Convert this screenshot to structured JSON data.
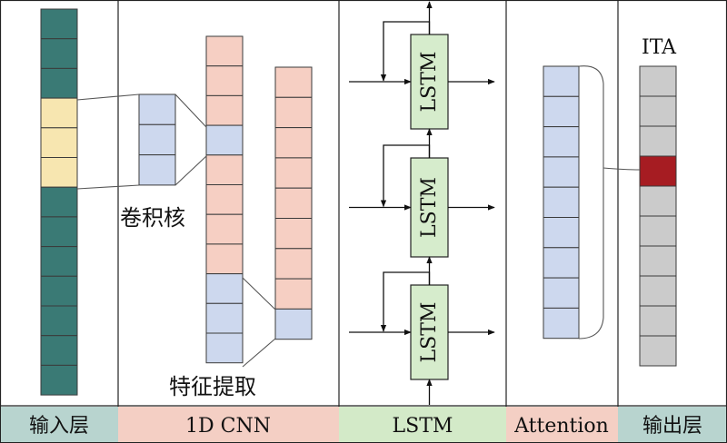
{
  "sections": [
    {
      "id": "input",
      "label": "输入层",
      "color": "#b8d4cf"
    },
    {
      "id": "cnn",
      "label": "1D CNN",
      "color": "#f4cfc4"
    },
    {
      "id": "lstm",
      "label": "LSTM",
      "color": "#d3eac8"
    },
    {
      "id": "attention",
      "label": "Attention",
      "color": "#f4cfc4"
    },
    {
      "id": "output",
      "label": "输出层",
      "color": "#b8d4cf"
    }
  ],
  "annotations": {
    "kernel": "卷积核",
    "features": "特征提取",
    "ita": "ITA"
  },
  "lstm_cell_label": "LSTM",
  "colors": {
    "input_cell": "#3a7a75",
    "input_highlight": "#f7e6b0",
    "cnn_cell": "#f6cfc3",
    "kernel_cell": "#cdd8ee",
    "attention_cell": "#cdd8ee",
    "lstm_cell": "#d6eccc",
    "output_cell": "#cbcbcb",
    "output_highlight": "#a61c22"
  },
  "input_column": {
    "cells": 13,
    "highlight": [
      3,
      4,
      5
    ]
  },
  "kernel_column": {
    "cells": 3
  },
  "cnn_column_1": {
    "cells": 11,
    "highlight": [
      3,
      8,
      9,
      10
    ]
  },
  "cnn_column_2": {
    "cells": 9,
    "highlight": [
      8
    ]
  },
  "attention_column": {
    "cells": 9
  },
  "output_column": {
    "cells": 10,
    "highlight": [
      3
    ]
  }
}
